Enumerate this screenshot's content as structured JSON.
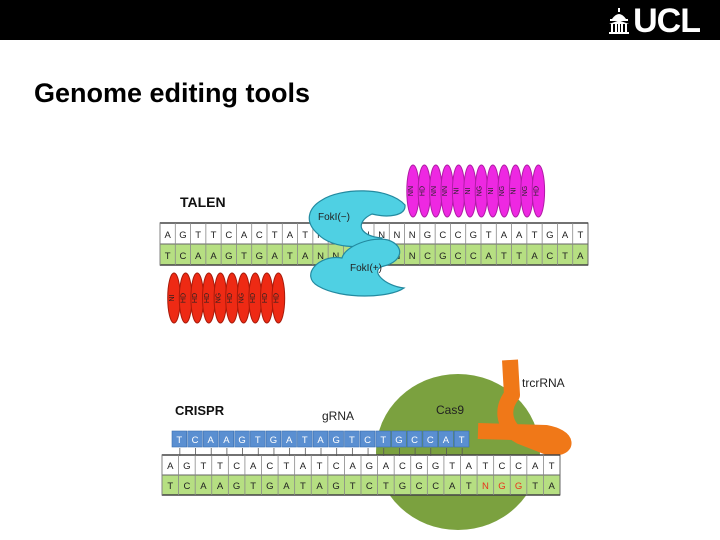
{
  "logo": {
    "text": "UCL"
  },
  "slide": {
    "title": "Genome editing tools"
  },
  "talen": {
    "label": "TALEN",
    "top_strand": [
      "A",
      "G",
      "T",
      "T",
      "C",
      "A",
      "C",
      "T",
      "A",
      "T",
      "N",
      "N",
      "N",
      "N",
      "N",
      "N",
      "N",
      "G",
      "C",
      "C",
      "G",
      "T",
      "A",
      "A",
      "T",
      "G",
      "A",
      "T"
    ],
    "bottom_strand": [
      "T",
      "C",
      "A",
      "A",
      "G",
      "T",
      "G",
      "A",
      "T",
      "A",
      "N",
      "N",
      "N",
      "N",
      "N",
      "N",
      "N",
      "C",
      "G",
      "C",
      "C",
      "A",
      "T",
      "T",
      "A",
      "C",
      "T",
      "A"
    ],
    "fok_minus": "FokI(−)",
    "fok_plus": "FokI(+)",
    "pink_repeats": [
      "NN",
      "HD",
      "NN",
      "NN",
      "NI",
      "NI",
      "NG",
      "NI",
      "NG",
      "NI",
      "NG",
      "HD"
    ],
    "red_repeats": [
      "NI",
      "HD",
      "HD",
      "HD",
      "NG",
      "HD",
      "NG",
      "HD",
      "HD",
      "HD"
    ],
    "colors": {
      "top_strand": "#ffffff",
      "bottom_strand": "#b6df82",
      "fok": "#4fd0e3",
      "pink": "#ee28e2",
      "red": "#ee2a14"
    }
  },
  "crispr": {
    "label": "CRISPR",
    "grna_label": "gRNA",
    "cas9_label": "Cas9",
    "tracrrna_label": "trcrRNA",
    "grna": [
      "T",
      "C",
      "A",
      "A",
      "G",
      "T",
      "G",
      "A",
      "T",
      "A",
      "G",
      "T",
      "C",
      "T",
      "G",
      "C",
      "C",
      "A",
      "T"
    ],
    "top_strand": [
      "A",
      "G",
      "T",
      "T",
      "C",
      "A",
      "C",
      "T",
      "A",
      "T",
      "C",
      "A",
      "G",
      "A",
      "C",
      "G",
      "G",
      "T",
      "A",
      "T",
      "C",
      "C",
      "A",
      "T"
    ],
    "bottom_strand": [
      "T",
      "C",
      "A",
      "A",
      "G",
      "T",
      "G",
      "A",
      "T",
      "A",
      "G",
      "T",
      "C",
      "T",
      "G",
      "C",
      "C",
      "A",
      "T",
      "N",
      "G",
      "G",
      "T",
      "A"
    ],
    "pam": "NGG",
    "colors": {
      "grna": "#5a8fd1",
      "bottom_strand": "#b6df82",
      "cas9": "#7ba13f",
      "tracr": "#f07818",
      "pam": "#e8341c"
    }
  }
}
